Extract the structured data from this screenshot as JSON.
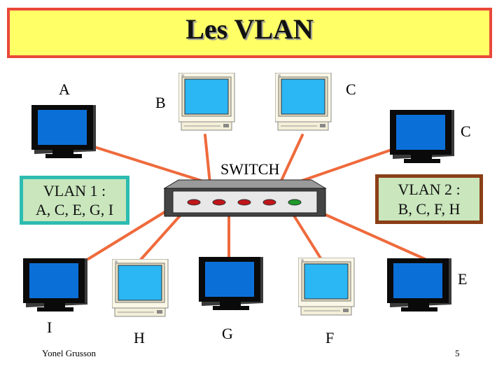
{
  "title": "Les VLAN",
  "labels": {
    "a": "A",
    "b": "B",
    "c_top": "C",
    "c_right": "C",
    "switch": "SWITCH",
    "e": "E",
    "i": "I",
    "h": "H",
    "g": "G",
    "f": "F"
  },
  "vlan1": {
    "line1": "VLAN 1 :",
    "line2": "A, C, E, G, I"
  },
  "vlan2": {
    "line1": "VLAN 2 :",
    "line2": "B, C, F, H"
  },
  "footer": {
    "author": "Yonel Grusson",
    "page": "5"
  },
  "colors": {
    "title_bg": "#ffff66",
    "title_border": "#e8483a",
    "wire": "#ef6a3c",
    "vlan_box_bg": "#c9e6bd",
    "vlan1_border": "#2dbcb1",
    "vlan2_border": "#8b3f17",
    "screen_blue": "#0b6fd8",
    "light_screen": "#2bb6f4"
  },
  "icons": {
    "dark_monitor": "dark-monitor-icon",
    "light_monitor": "beige-monitor-icon",
    "switch": "network-switch-icon"
  },
  "switch_ports": [
    "red",
    "red",
    "red",
    "red",
    "green"
  ]
}
